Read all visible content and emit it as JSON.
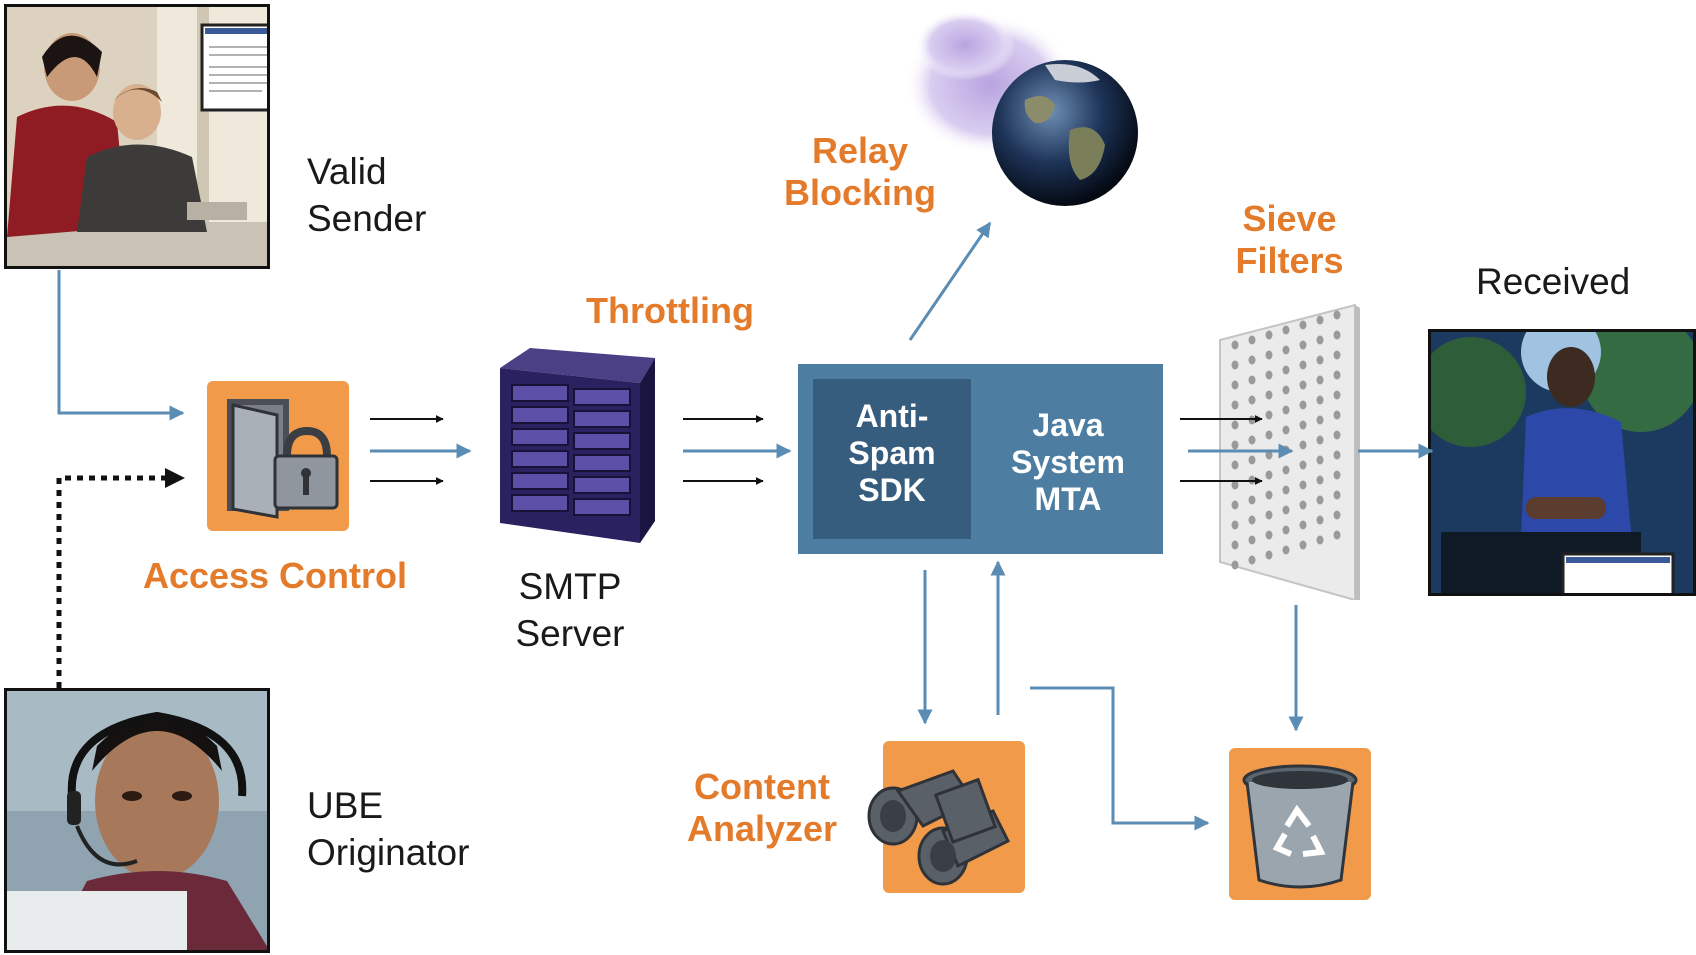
{
  "labels": {
    "valid_sender": [
      "Valid",
      "Sender"
    ],
    "ube_originator": [
      "UBE",
      "Originator"
    ],
    "received": "Received",
    "smtp_server": [
      "SMTP",
      "Server"
    ],
    "throttling": "Throttling",
    "relay_blocking": [
      "Relay",
      "Blocking"
    ],
    "sieve_filters": [
      "Sieve",
      "Filters"
    ],
    "access_control": "Access Control",
    "content_analyzer": [
      "Content",
      "Analyzer"
    ],
    "anti_spam_sdk": [
      "Anti-",
      "Spam",
      "SDK"
    ],
    "java_system_mta": [
      "Java",
      "System",
      "MTA"
    ]
  },
  "colors": {
    "orange_label": "#e37b2b",
    "tile_orange": "#f19a4a",
    "mta_box": "#4d7ea1",
    "mta_inner": "#365d7e",
    "arrow_blue": "#5b8db4",
    "arrow_black": "#111111"
  },
  "icons": [
    "secure-door-icon",
    "server-rack-icon",
    "globe-icon",
    "sieve-panel-icon",
    "binoculars-icon",
    "recycle-bin-icon"
  ]
}
